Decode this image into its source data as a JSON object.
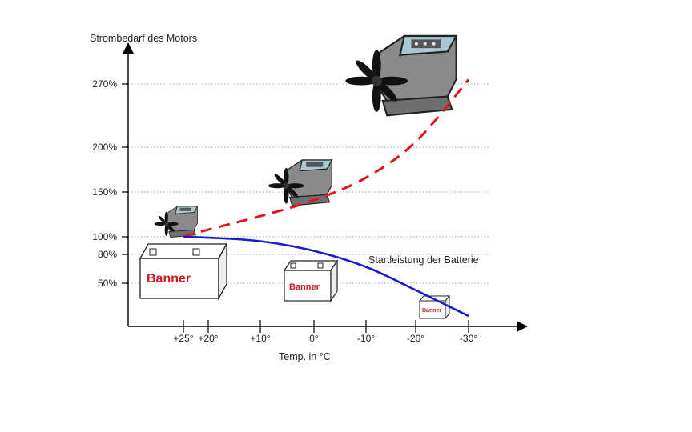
{
  "chart_data": {
    "type": "line",
    "ylabel": "Strombedarf des Motors",
    "xlabel": "Temp. in °C",
    "x": [
      25,
      20,
      10,
      0,
      -10,
      -20,
      -30
    ],
    "x_tick_labels": [
      "+25°",
      "+20°",
      "+10°",
      "0°",
      "-10°",
      "-20°",
      "-30°"
    ],
    "y_ticks": [
      50,
      80,
      100,
      150,
      200,
      270
    ],
    "y_tick_labels": [
      "50%",
      "80%",
      "100%",
      "150%",
      "200%",
      "270%"
    ],
    "xlim": [
      35,
      -38
    ],
    "ylim": [
      0,
      300
    ],
    "grid": "dotted horizontal at y ticks",
    "series": [
      {
        "name": "",
        "color": "#e0141e",
        "style": "dashed",
        "x": [
          25,
          20,
          10,
          0,
          -10,
          -20,
          -30
        ],
        "values": [
          100,
          108,
          123,
          141,
          166,
          206,
          275
        ]
      },
      {
        "name": "Startleistung der Batterie",
        "color": "#1a1ad0",
        "style": "solid",
        "x": [
          25,
          20,
          10,
          0,
          -10,
          -20,
          -30
        ],
        "values": [
          100,
          99,
          95,
          84,
          67,
          42,
          12
        ]
      }
    ],
    "annotations": {
      "battery_label": "Startleistung der Batterie",
      "battery_brand": "Banner"
    },
    "icons": [
      "engine-small-icon",
      "engine-medium-icon",
      "engine-large-icon",
      "battery-large-icon",
      "battery-medium-icon",
      "battery-small-icon"
    ]
  }
}
